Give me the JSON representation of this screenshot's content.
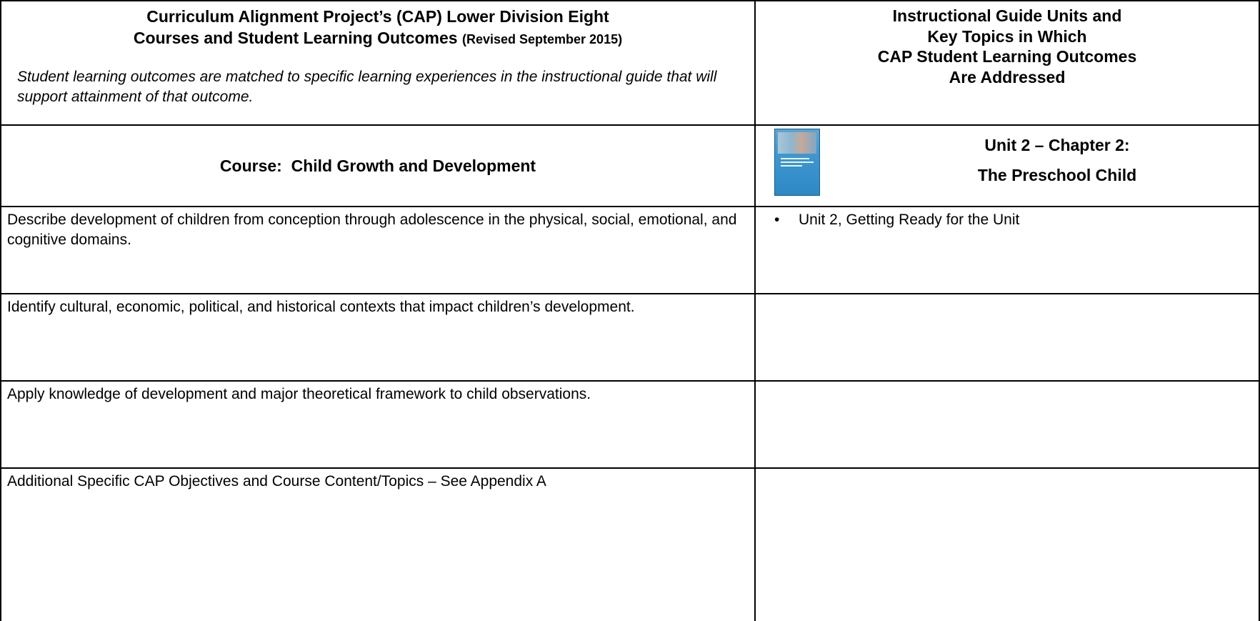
{
  "header": {
    "title_line1": "Curriculum Alignment Project’s (CAP) Lower Division Eight",
    "title_line2": "Courses and Student Learning Outcomes",
    "title_revised": "(Revised September 2015)",
    "subtitle": "Student learning outcomes are matched to specific learning experiences in the instructional guide that will support attainment of that outcome.",
    "right_line1": "Instructional Guide Units and",
    "right_line2": "Key Topics in Which",
    "right_line3": "CAP Student Learning Outcomes",
    "right_line4": "Are Addressed"
  },
  "course": {
    "label": "Course:  Child Growth and Development"
  },
  "unit": {
    "line1": "Unit 2 – Chapter 2:",
    "line2": "The Preschool Child",
    "thumbnail_icon": "book-cover-thumbnail"
  },
  "rows": [
    {
      "outcome": "Describe development of children from conception through adolescence in the physical, social, emotional, and cognitive domains.",
      "bullet": "•",
      "topic": "Unit 2, Getting Ready for the Unit"
    },
    {
      "outcome": "Identify cultural, economic, political, and historical contexts that impact children’s development."
    },
    {
      "outcome": "Apply knowledge of development and major theoretical framework to child observations."
    },
    {
      "outcome": "Additional Specific CAP Objectives and Course Content/Topics – See Appendix A"
    }
  ]
}
